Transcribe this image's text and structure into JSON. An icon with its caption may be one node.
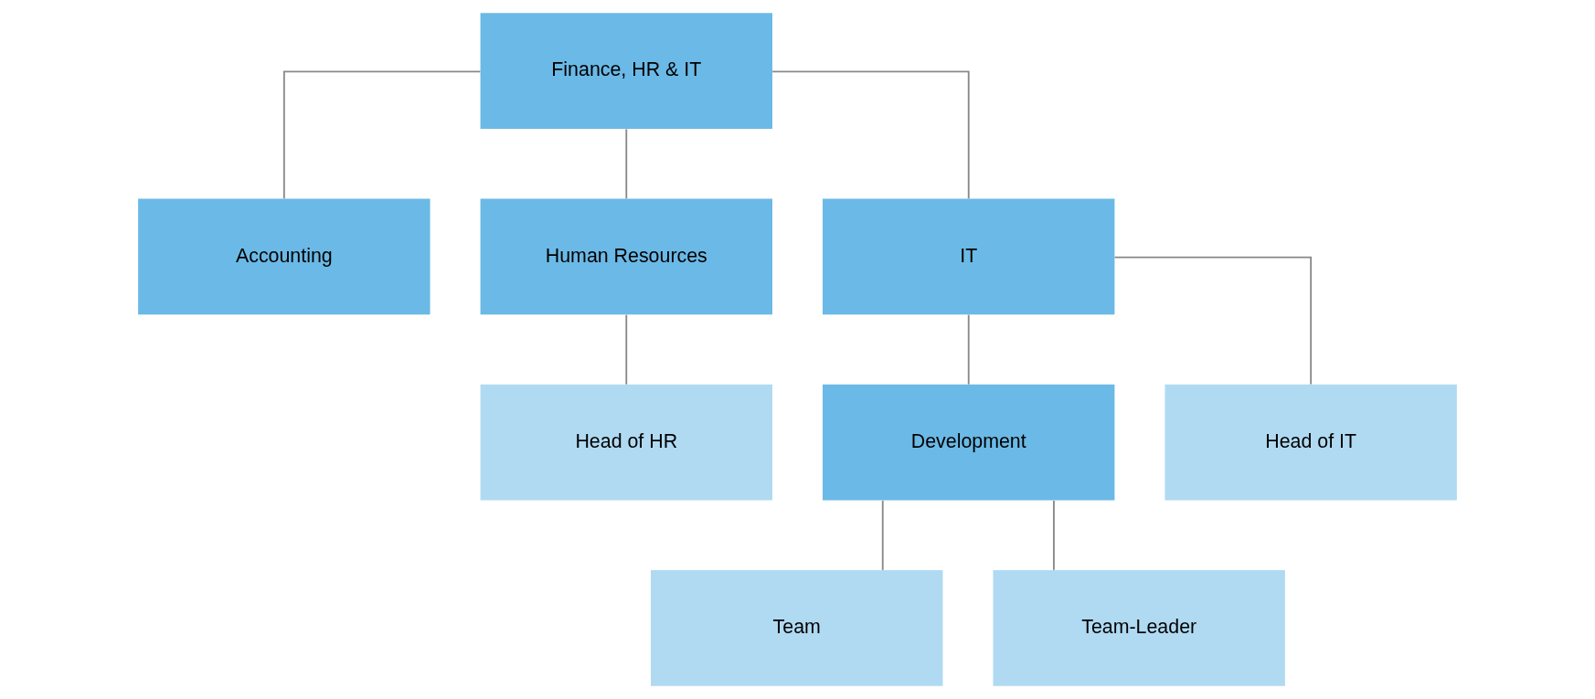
{
  "diagram": {
    "nodes": [
      {
        "text": [
          "Finance, HR & IT"
        ]
      },
      {
        "text": [
          "Accounting"
        ]
      },
      {
        "text": [
          "Human Resources"
        ]
      },
      {
        "text": [
          "IT"
        ]
      },
      {
        "text": [
          "Head of HR"
        ]
      },
      {
        "text": [
          "Development"
        ]
      },
      {
        "text": [
          "Head of IT"
        ]
      },
      {
        "text": [
          "Team"
        ]
      },
      {
        "text": [
          "Team-Leader"
        ]
      }
    ],
    "edges": [
      {
        "from": 0,
        "to": 1,
        "arrow": "none"
      },
      {
        "from": 0,
        "to": 2,
        "arrow": "none"
      },
      {
        "from": 0,
        "to": 3,
        "arrow": "none"
      },
      {
        "from": 2,
        "to": 4,
        "arrow": "none"
      },
      {
        "from": 3,
        "to": 5,
        "arrow": "none"
      },
      {
        "from": 3,
        "to": 6,
        "arrow": "none"
      },
      {
        "from": 5,
        "to": 7,
        "arrow": "none"
      },
      {
        "from": 5,
        "to": 8,
        "arrow": "none"
      }
    ]
  }
}
